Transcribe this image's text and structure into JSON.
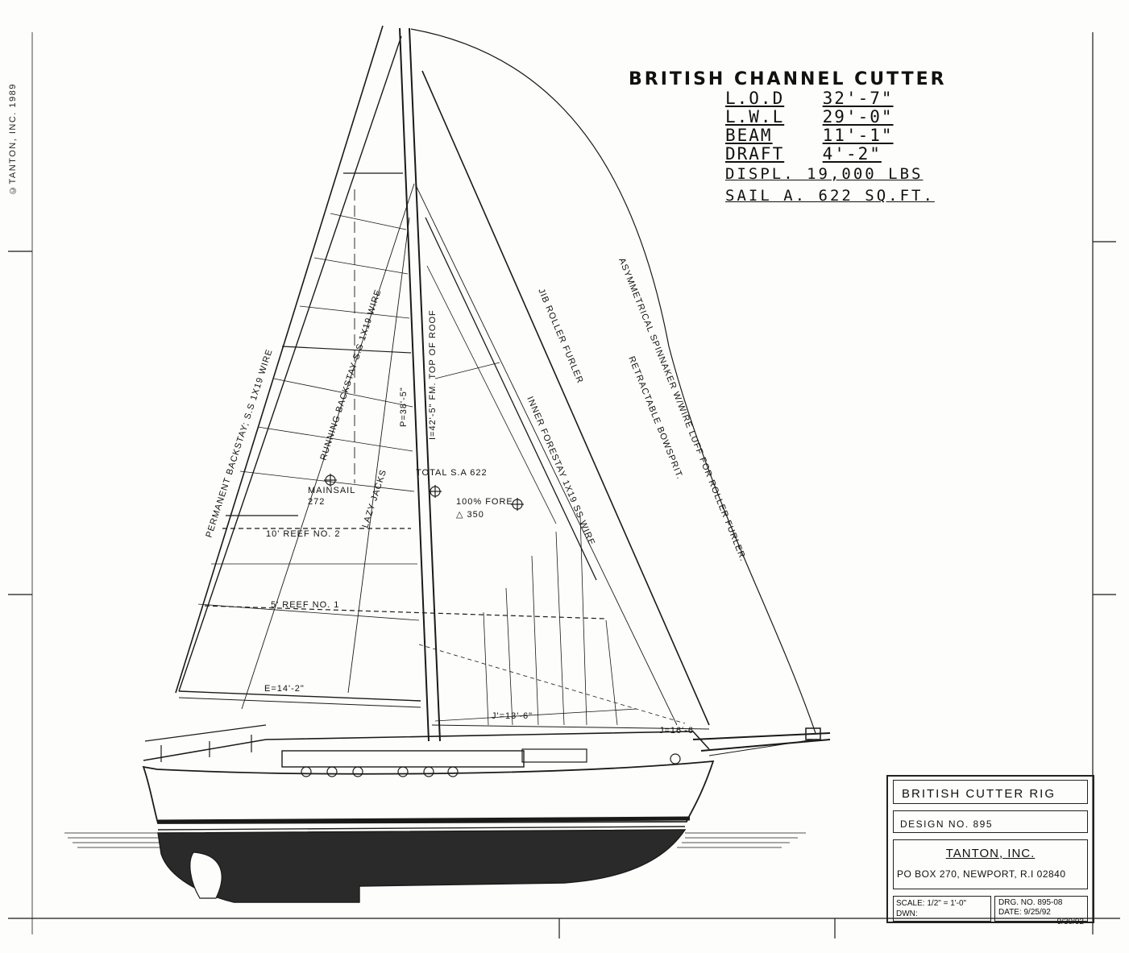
{
  "copyright": "©TANTON, INC. 1989",
  "title": "BRITISH CHANNEL CUTTER",
  "specs": [
    {
      "label": "L.O.D",
      "value": "32'-7\""
    },
    {
      "label": "L.W.L",
      "value": "29'-0\""
    },
    {
      "label": "BEAM",
      "value": "11'-1\""
    },
    {
      "label": "DRAFT",
      "value": "4'-2\""
    }
  ],
  "displacement": "DISPL. 19,000 LBS",
  "sail_area": "SAIL A. 622 SQ.FT.",
  "labels": {
    "permanent_backstay": "PERMANENT BACKSTAY; S.S 1X19 WIRE",
    "running_backstay": "RUNNING BACKSTAY S.S 1X19 WIRE",
    "lazy_jacks": "LAZY JACKS",
    "p_dim": "P=38'-5\"",
    "i_dim": "I=42'-5\" FM. TOP OF ROOF",
    "jib_roller": "JIB ROLLER FURLER",
    "inner_forestay": "INNER FORESTAY 1X19 SS WIRE",
    "spinnaker": "ASYMMETRICAL SPINNAKER W/WIRE LUFF FOR ROLLER FURLER.",
    "bowsprit": "RETRACTABLE BOWSPRIT.",
    "total_sa": "TOTAL S.A 622",
    "mainsail": "MAINSAIL",
    "mainsail_area": "272",
    "fore_pct": "100% FORE",
    "fore_area": "△ 350",
    "reef2": "10' REEF NO. 2",
    "reef1": "5' REEF NO. 1",
    "e_dim": "E=14'-2\"",
    "j1_dim": "J'=13'-6\"",
    "j_dim": "J=16'-6"
  },
  "title_block": {
    "name": "BRITISH CUTTER RIG",
    "design": "DESIGN NO. 895",
    "firm": "TANTON, INC.",
    "address": "PO BOX 270, NEWPORT, R.I 02840",
    "scale": "SCALE: 1/2\" = 1'-0\"",
    "dwn": "DWN:",
    "drg_no": "DRG. NO. 895-08",
    "date": "DATE: 9/25/92",
    "date2": "9/30/92"
  }
}
